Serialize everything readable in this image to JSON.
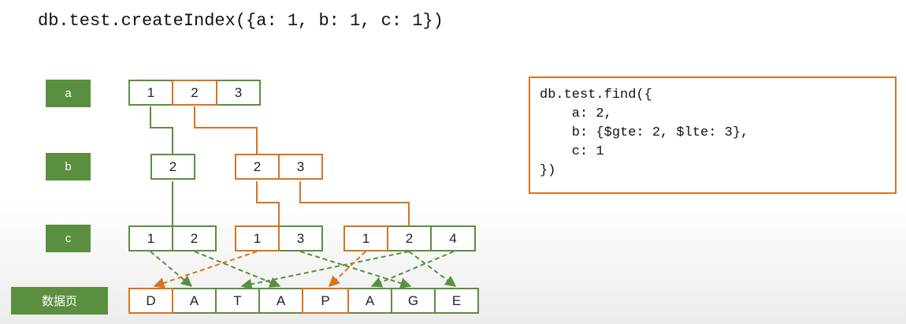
{
  "title": "db.test.createIndex({a: 1, b: 1, c: 1})",
  "levels": {
    "a": "a",
    "b": "b",
    "c": "c",
    "data": "数据页"
  },
  "a_nodes": [
    "1",
    "2",
    "3"
  ],
  "b_nodes": [
    "2",
    "2",
    "3"
  ],
  "c_nodes": [
    "1",
    "2",
    "1",
    "3",
    "1",
    "2",
    "4"
  ],
  "data_cells": [
    "D",
    "A",
    "T",
    "A",
    "P",
    "A",
    "G",
    "E"
  ],
  "query": {
    "lines": [
      "db.test.find({",
      "    a: 2,",
      "    b: {$gte: 2, $lte: 3},",
      "    c: 1",
      "})"
    ]
  },
  "colors": {
    "tree": "#5a8f3f",
    "highlight": "#d9731f"
  }
}
